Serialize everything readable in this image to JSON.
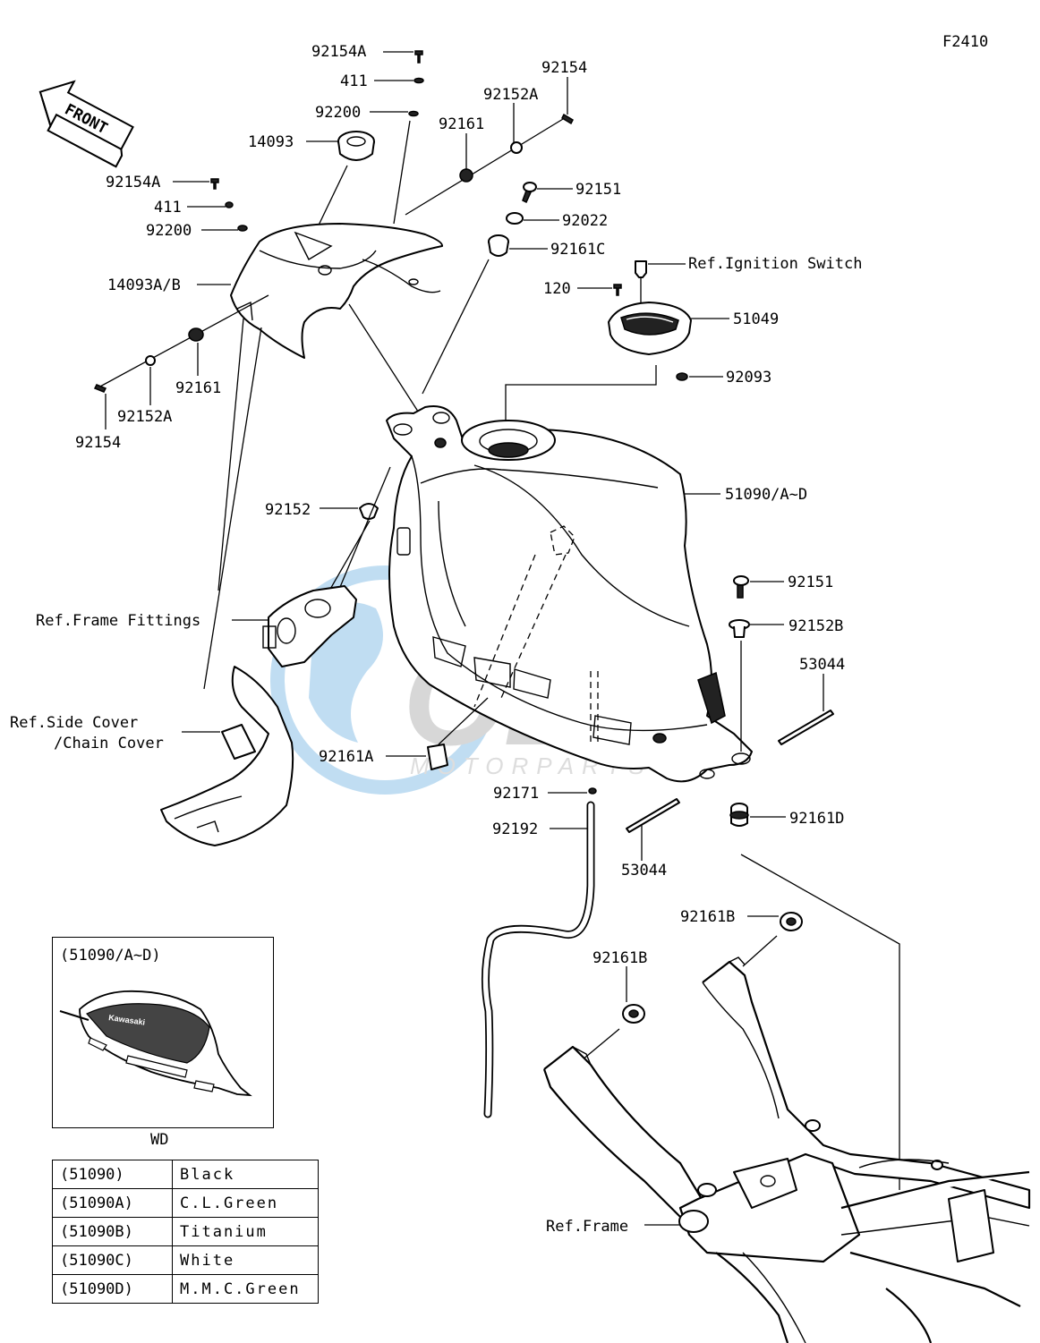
{
  "figure_id": "F2410",
  "front_arrow": "FRONT",
  "watermark": {
    "name": "OEM",
    "sub": "MOTORPARTS"
  },
  "labels": {
    "p92154A_top": "92154A",
    "p411_top": "411",
    "p92200_top": "92200",
    "p14093": "14093",
    "p92154": "92154",
    "p92152A_top": "92152A",
    "p92161_top": "92161",
    "p92154A_left": "92154A",
    "p411_left": "411",
    "p92200_left": "92200",
    "p14093AB": "14093A/B",
    "p92151_top": "92151",
    "p92022": "92022",
    "p92161C": "92161C",
    "ref_ignition": "Ref.Ignition Switch",
    "p120": "120",
    "p51049": "51049",
    "p92093": "92093",
    "p92161_left": "92161",
    "p92152A_left": "92152A",
    "p92154_left": "92154",
    "p51090": "51090/A~D",
    "p92152": "92152",
    "p92151_right": "92151",
    "p92152B": "92152B",
    "p53044_right": "53044",
    "ref_frame_fittings": "Ref.Frame Fittings",
    "ref_side_cover_1": "Ref.Side Cover",
    "ref_side_cover_2": "/Chain Cover",
    "p92161A": "92161A",
    "p92171": "92171",
    "p92192": "92192",
    "p53044_bottom": "53044",
    "p92161D": "92161D",
    "p92161B_right": "92161B",
    "p92161B_left": "92161B",
    "ref_frame": "Ref.Frame"
  },
  "inset": {
    "title": "(51090/A~D)",
    "caption": "WD",
    "decal": "Kawasaki"
  },
  "color_table": [
    {
      "code": "(51090)",
      "color": "Black"
    },
    {
      "code": "(51090A)",
      "color": "C.L.Green"
    },
    {
      "code": "(51090B)",
      "color": "Titanium"
    },
    {
      "code": "(51090C)",
      "color": "White"
    },
    {
      "code": "(51090D)",
      "color": "M.M.C.Green"
    }
  ]
}
